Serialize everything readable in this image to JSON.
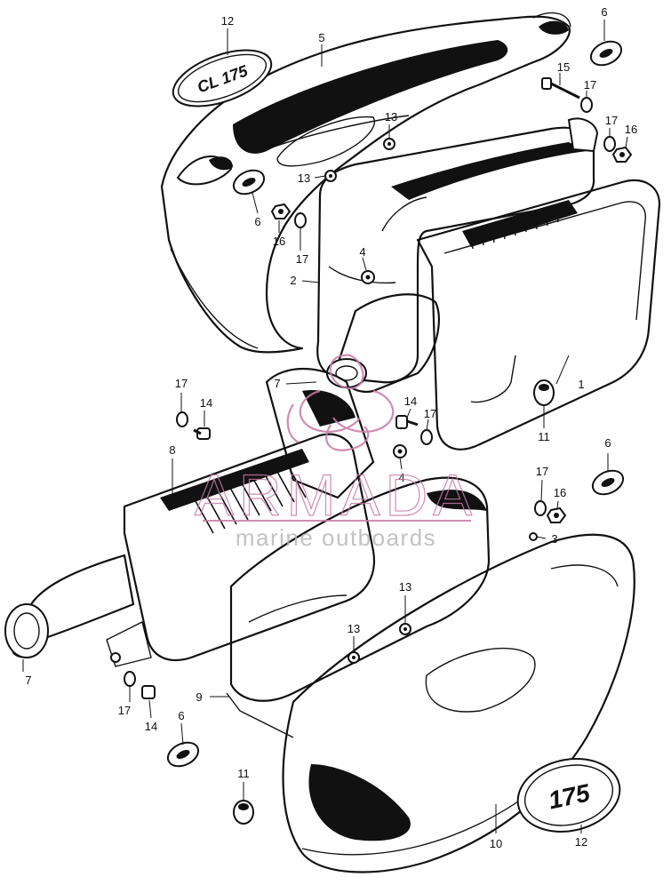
{
  "diagram": {
    "callouts": [
      {
        "id": "c12a",
        "label": "12"
      },
      {
        "id": "c5",
        "label": "5"
      },
      {
        "id": "c6a",
        "label": "6"
      },
      {
        "id": "c15",
        "label": "15"
      },
      {
        "id": "c17a",
        "label": "17"
      },
      {
        "id": "c13a",
        "label": "13"
      },
      {
        "id": "c17b",
        "label": "17"
      },
      {
        "id": "c16a",
        "label": "16"
      },
      {
        "id": "c13b",
        "label": "13"
      },
      {
        "id": "c6b",
        "label": "6"
      },
      {
        "id": "c16b",
        "label": "16"
      },
      {
        "id": "c17c",
        "label": "17"
      },
      {
        "id": "c4a",
        "label": "4"
      },
      {
        "id": "c2",
        "label": "2"
      },
      {
        "id": "c1",
        "label": "1"
      },
      {
        "id": "c7a",
        "label": "7"
      },
      {
        "id": "c17d",
        "label": "17"
      },
      {
        "id": "c14a",
        "label": "14"
      },
      {
        "id": "c14b",
        "label": "14"
      },
      {
        "id": "c17e",
        "label": "17"
      },
      {
        "id": "c11a",
        "label": "11"
      },
      {
        "id": "c8",
        "label": "8"
      },
      {
        "id": "c4b",
        "label": "4"
      },
      {
        "id": "c6c",
        "label": "6"
      },
      {
        "id": "c17f",
        "label": "17"
      },
      {
        "id": "c16c",
        "label": "16"
      },
      {
        "id": "c3",
        "label": "3"
      },
      {
        "id": "c13c",
        "label": "13"
      },
      {
        "id": "c13d",
        "label": "13"
      },
      {
        "id": "c7b",
        "label": "7"
      },
      {
        "id": "c9",
        "label": "9"
      },
      {
        "id": "c17g",
        "label": "17"
      },
      {
        "id": "c14c",
        "label": "14"
      },
      {
        "id": "c6d",
        "label": "6"
      },
      {
        "id": "c11b",
        "label": "11"
      },
      {
        "id": "c10",
        "label": "10"
      },
      {
        "id": "c12b",
        "label": "12"
      }
    ],
    "emblem_top_text": "CL 175",
    "emblem_bottom_text": "175"
  },
  "watermark": {
    "brand": "ARMADA",
    "tagline": "marine outboards",
    "color": "#c77aa4"
  }
}
